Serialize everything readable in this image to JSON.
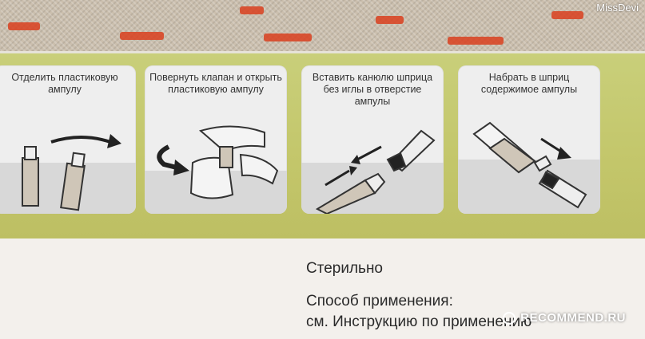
{
  "watermark_top": "MissDevi",
  "steps": [
    {
      "caption": "Отделить пластиковую ампулу",
      "icon": "separate-ampoule-illustration"
    },
    {
      "caption": "Повернуть клапан и открыть пластиковую ампулу",
      "icon": "twist-valve-illustration"
    },
    {
      "caption": "Вставить канюлю шприца без иглы в отверстие ампулы",
      "icon": "insert-syringe-illustration"
    },
    {
      "caption": "Набрать в шприц содержимое ампулы",
      "icon": "draw-contents-illustration"
    }
  ],
  "info": {
    "sterile": "Стерильно",
    "method_title": "Способ применения:",
    "method_text": "см. Инструкцию по применению"
  },
  "watermark_bottom": "RECOMMEND.RU",
  "colors": {
    "band": "#c3c66a",
    "panel": "#eeeeee",
    "text": "#2a2a2a",
    "fabric_red": "#d9401f"
  }
}
